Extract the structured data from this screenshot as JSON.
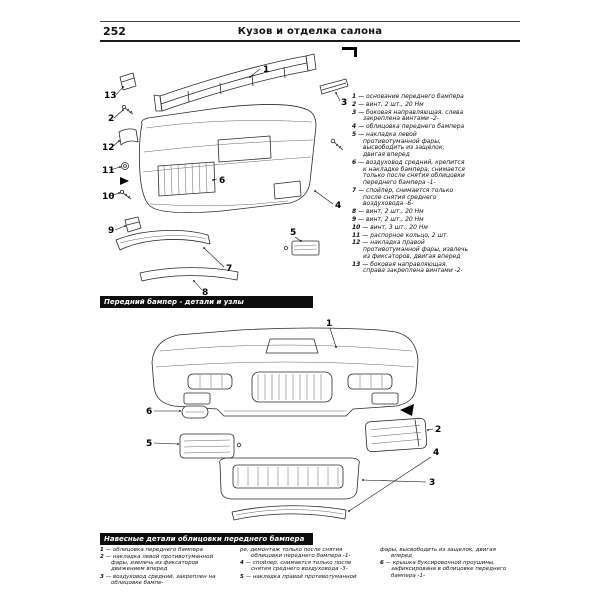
{
  "page": {
    "number": "252",
    "title": "Кузов и отделка салона"
  },
  "figure1": {
    "caption": "Передний бампер - детали и узлы",
    "callouts": {
      "c1": "1",
      "c2": "2",
      "c3": "3",
      "c4": "4",
      "c5": "5",
      "c6": "6",
      "c7": "7",
      "c8": "8",
      "c9": "9",
      "c10": "10",
      "c11": "11",
      "c12": "12",
      "c13": "13"
    },
    "legend": [
      {
        "n": "1",
        "t": "— основание переднего бампера"
      },
      {
        "n": "2",
        "t": "— винт, 2 шт., 20 Нм"
      },
      {
        "n": "3",
        "t": "— боковая направляющая, слева закреплена винтами -2-"
      },
      {
        "n": "4",
        "t": "— облицовка переднего бампера"
      },
      {
        "n": "5",
        "t": "— накладка левой противотуманной фары, высвободить из защелок, двигая вперед"
      },
      {
        "n": "6",
        "t": "— воздуховод средний, крепится к накладке бампера, снимается только после снятия облицовки переднего бампера -1-"
      },
      {
        "n": "7",
        "t": "— спойлер, снимается только после снятия среднего воздуховода -6-"
      },
      {
        "n": "8",
        "t": "— винт, 2 шт., 20 Нм"
      },
      {
        "n": "9",
        "t": "— винт, 2 шт., 20 Нм"
      },
      {
        "n": "10",
        "t": "— винт, 3 шт., 20 Нм"
      },
      {
        "n": "11",
        "t": "— распорное кольцо, 2 шт."
      },
      {
        "n": "12",
        "t": "— накладка правой противотуманной фары, извлечь из фиксаторов, двигая вперед"
      },
      {
        "n": "13",
        "t": "— боковая направляющая, справа закреплена винтами -2-"
      }
    ]
  },
  "figure2": {
    "caption": "Навесные детали облицовки переднего бампера",
    "callouts": {
      "c1": "1",
      "c2": "2",
      "c3": "3",
      "c4": "4",
      "c5": "5",
      "c6": "6"
    },
    "legend_columns": [
      [
        {
          "n": "1",
          "t": "— облицовка переднего бампера"
        },
        {
          "n": "2",
          "t": "— накладка левой противотуманной фары, извлечь из фиксаторов движением вперед"
        },
        {
          "n": "3",
          "t": "— воздуховод средний, закреплен на облицовке бампе-"
        }
      ],
      [
        {
          "n": "",
          "t": "ре, демонтаж только после снятия облицовки переднего бампера -1-"
        },
        {
          "n": "4",
          "t": "— спойлер, снимается только после снятия среднего воздуховода -3-"
        },
        {
          "n": "5",
          "t": "— накладка правой противотуманной"
        }
      ],
      [
        {
          "n": "",
          "t": "фары, высвободить из защелок, двигая вперед"
        },
        {
          "n": "6",
          "t": "— крышка буксировочной проушины, зафиксирована в облицовке переднего бампера -1-"
        }
      ]
    ]
  }
}
